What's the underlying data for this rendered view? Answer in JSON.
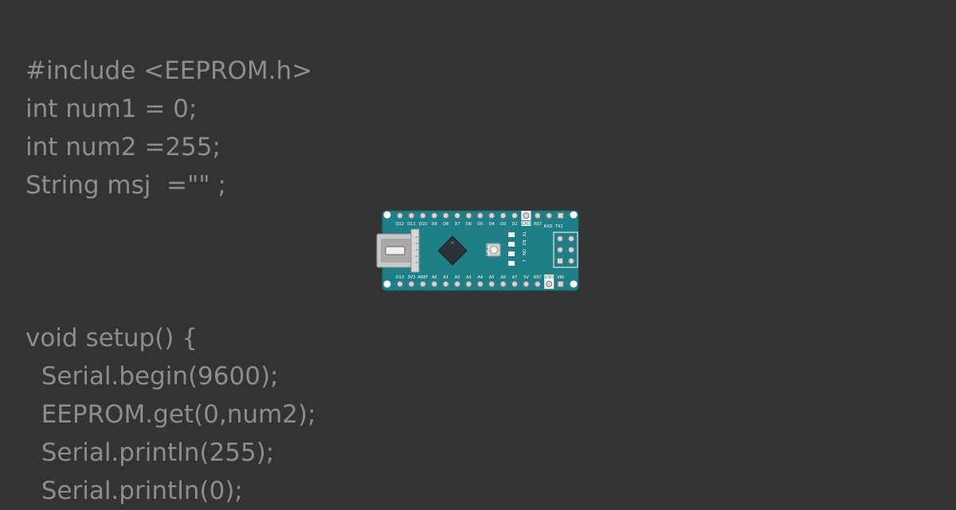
{
  "editor": {
    "code_top": [
      "#include <EEPROM.h>",
      "int num1 = 0;",
      "int num2 =255;",
      "String msj  =\"\" ;"
    ],
    "code_bottom": [
      "void setup() {",
      "  Serial.begin(9600);",
      "  EEPROM.get(0,num2);",
      "  Serial.println(255);",
      "  Serial.println(0);"
    ]
  },
  "board": {
    "top_pins": [
      "D12",
      "D11",
      "D10",
      "D9",
      "D8",
      "D7",
      "D6",
      "D5",
      "D4",
      "D3",
      "D2",
      "GND",
      "RST"
    ],
    "bottom_pins": [
      "D13",
      "3V3",
      "AREF",
      "A0",
      "A1",
      "A2",
      "A3",
      "A4",
      "A5",
      "A6",
      "A7",
      "5V",
      "RST",
      "GND",
      "VIN"
    ],
    "reset_label": "RESET",
    "led_labels": [
      "TX",
      "RX",
      "ON",
      "L"
    ],
    "serial_labels": [
      "RXD",
      "TX1"
    ]
  },
  "colors": {
    "background": "#333333",
    "code_text": "#8d8d8d",
    "board": "#1f7f86",
    "chip": "#2a3338"
  },
  "icons": {
    "usb_connector": "usb-icon",
    "microcontroller": "chip-icon"
  }
}
